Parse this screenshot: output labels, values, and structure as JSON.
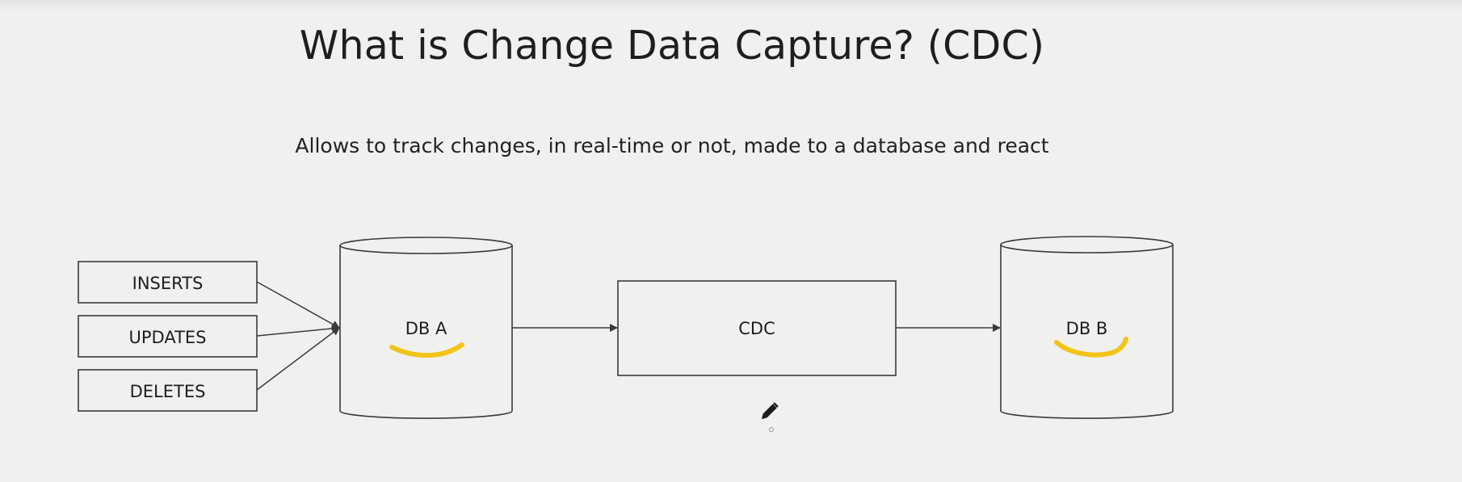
{
  "slide": {
    "title": "What is Change Data Capture? (CDC)",
    "subtitle": "Allows to track changes, in real-time or not, made to a database and react"
  },
  "diagram": {
    "operations": [
      {
        "label": "INSERTS"
      },
      {
        "label": "UPDATES"
      },
      {
        "label": "DELETES"
      }
    ],
    "source_db": {
      "label": "DB A"
    },
    "process": {
      "label": "CDC"
    },
    "target_db": {
      "label": "DB B"
    }
  },
  "colors": {
    "background": "#f0f0ef",
    "stroke": "#3a3a3a",
    "highlight": "#f2c418"
  },
  "icons": {
    "cursor": "pencil-icon"
  }
}
